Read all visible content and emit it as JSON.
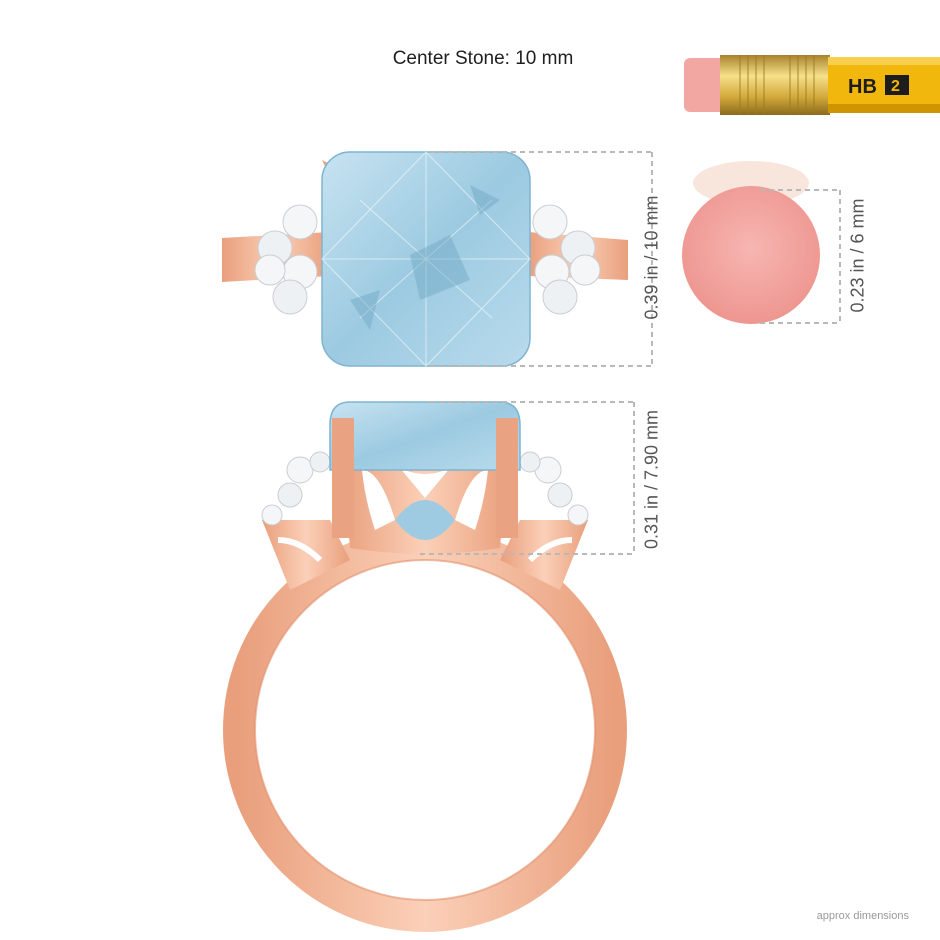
{
  "header": {
    "title": "Center Stone: 10 mm"
  },
  "pencil": {
    "grade": "HB",
    "number": "2"
  },
  "dimensions": {
    "top_view": "0.39 in / 10 mm",
    "side_view": "0.31 in / 7.90 mm",
    "eraser": "0.23 in / 6 mm"
  },
  "footer": {
    "note": "approx dimensions"
  },
  "colors": {
    "rose_gold": "#f4b596",
    "rose_gold_dark": "#d98a65",
    "aquamarine": "#a9d1e6",
    "aquamarine_dark": "#7fb4d0",
    "diamond": "#f2f4f6",
    "eraser_pink": "#f3a3a0",
    "pencil_yellow": "#f2b70d",
    "ferrule_gold": "#d9b44a",
    "dash_line": "#b8b8b8"
  }
}
